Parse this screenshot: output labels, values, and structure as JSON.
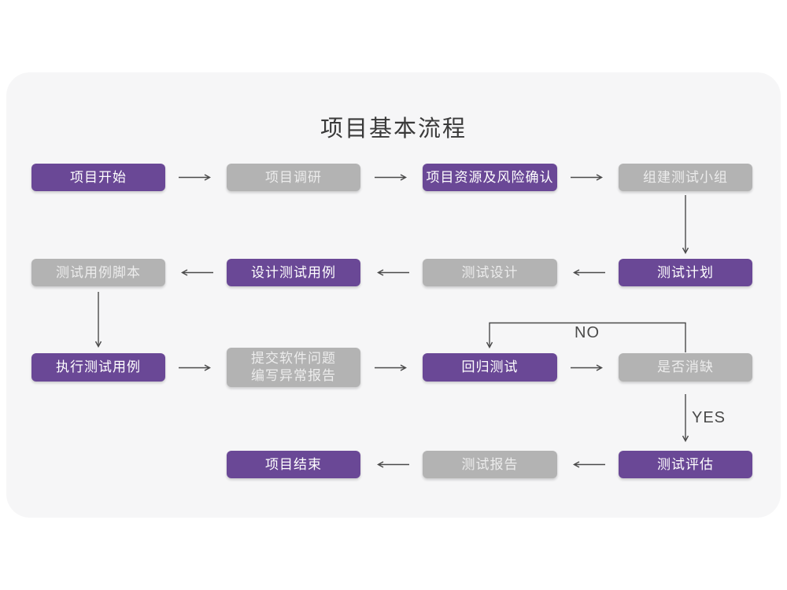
{
  "title": "项目基本流程",
  "colors": {
    "purple": "#6a4896",
    "gray": "#b3b3b3",
    "card_bg": "#f6f6f7",
    "arrow": "#4a4a4a",
    "title": "#3a3a3a",
    "gray_text": "#ececec",
    "purple_text": "#ffffff"
  },
  "labels": {
    "no": "NO",
    "yes": "YES"
  },
  "nodes": [
    {
      "id": "project-start",
      "label": "项目开始",
      "style": "purple"
    },
    {
      "id": "project-research",
      "label": "项目调研",
      "style": "gray"
    },
    {
      "id": "resources-risk",
      "label": "项目资源及风险确认",
      "style": "purple"
    },
    {
      "id": "build-test-team",
      "label": "组建测试小组",
      "style": "gray"
    },
    {
      "id": "test-plan",
      "label": "测试计划",
      "style": "purple"
    },
    {
      "id": "test-design",
      "label": "测试设计",
      "style": "gray"
    },
    {
      "id": "design-test-cases",
      "label": "设计测试用例",
      "style": "purple"
    },
    {
      "id": "test-case-script",
      "label": "测试用例脚本",
      "style": "gray"
    },
    {
      "id": "run-test-cases",
      "label": "执行测试用例",
      "style": "purple"
    },
    {
      "id": "submit-issue-report",
      "label": "提交软件问题\n编写异常报告",
      "style": "gray"
    },
    {
      "id": "regression-test",
      "label": "回归测试",
      "style": "purple"
    },
    {
      "id": "defect-cleared",
      "label": "是否消缺",
      "style": "gray"
    },
    {
      "id": "test-evaluation",
      "label": "测试评估",
      "style": "purple"
    },
    {
      "id": "test-report",
      "label": "测试报告",
      "style": "gray"
    },
    {
      "id": "project-end",
      "label": "项目结束",
      "style": "purple"
    }
  ],
  "edges": [
    {
      "from": "project-start",
      "to": "project-research"
    },
    {
      "from": "project-research",
      "to": "resources-risk"
    },
    {
      "from": "resources-risk",
      "to": "build-test-team"
    },
    {
      "from": "build-test-team",
      "to": "test-plan"
    },
    {
      "from": "test-plan",
      "to": "test-design"
    },
    {
      "from": "test-design",
      "to": "design-test-cases"
    },
    {
      "from": "design-test-cases",
      "to": "test-case-script"
    },
    {
      "from": "test-case-script",
      "to": "run-test-cases"
    },
    {
      "from": "run-test-cases",
      "to": "submit-issue-report"
    },
    {
      "from": "submit-issue-report",
      "to": "regression-test"
    },
    {
      "from": "regression-test",
      "to": "defect-cleared"
    },
    {
      "from": "defect-cleared",
      "to": "regression-test",
      "label": "NO"
    },
    {
      "from": "defect-cleared",
      "to": "test-evaluation",
      "label": "YES"
    },
    {
      "from": "test-evaluation",
      "to": "test-report"
    },
    {
      "from": "test-report",
      "to": "project-end"
    }
  ]
}
